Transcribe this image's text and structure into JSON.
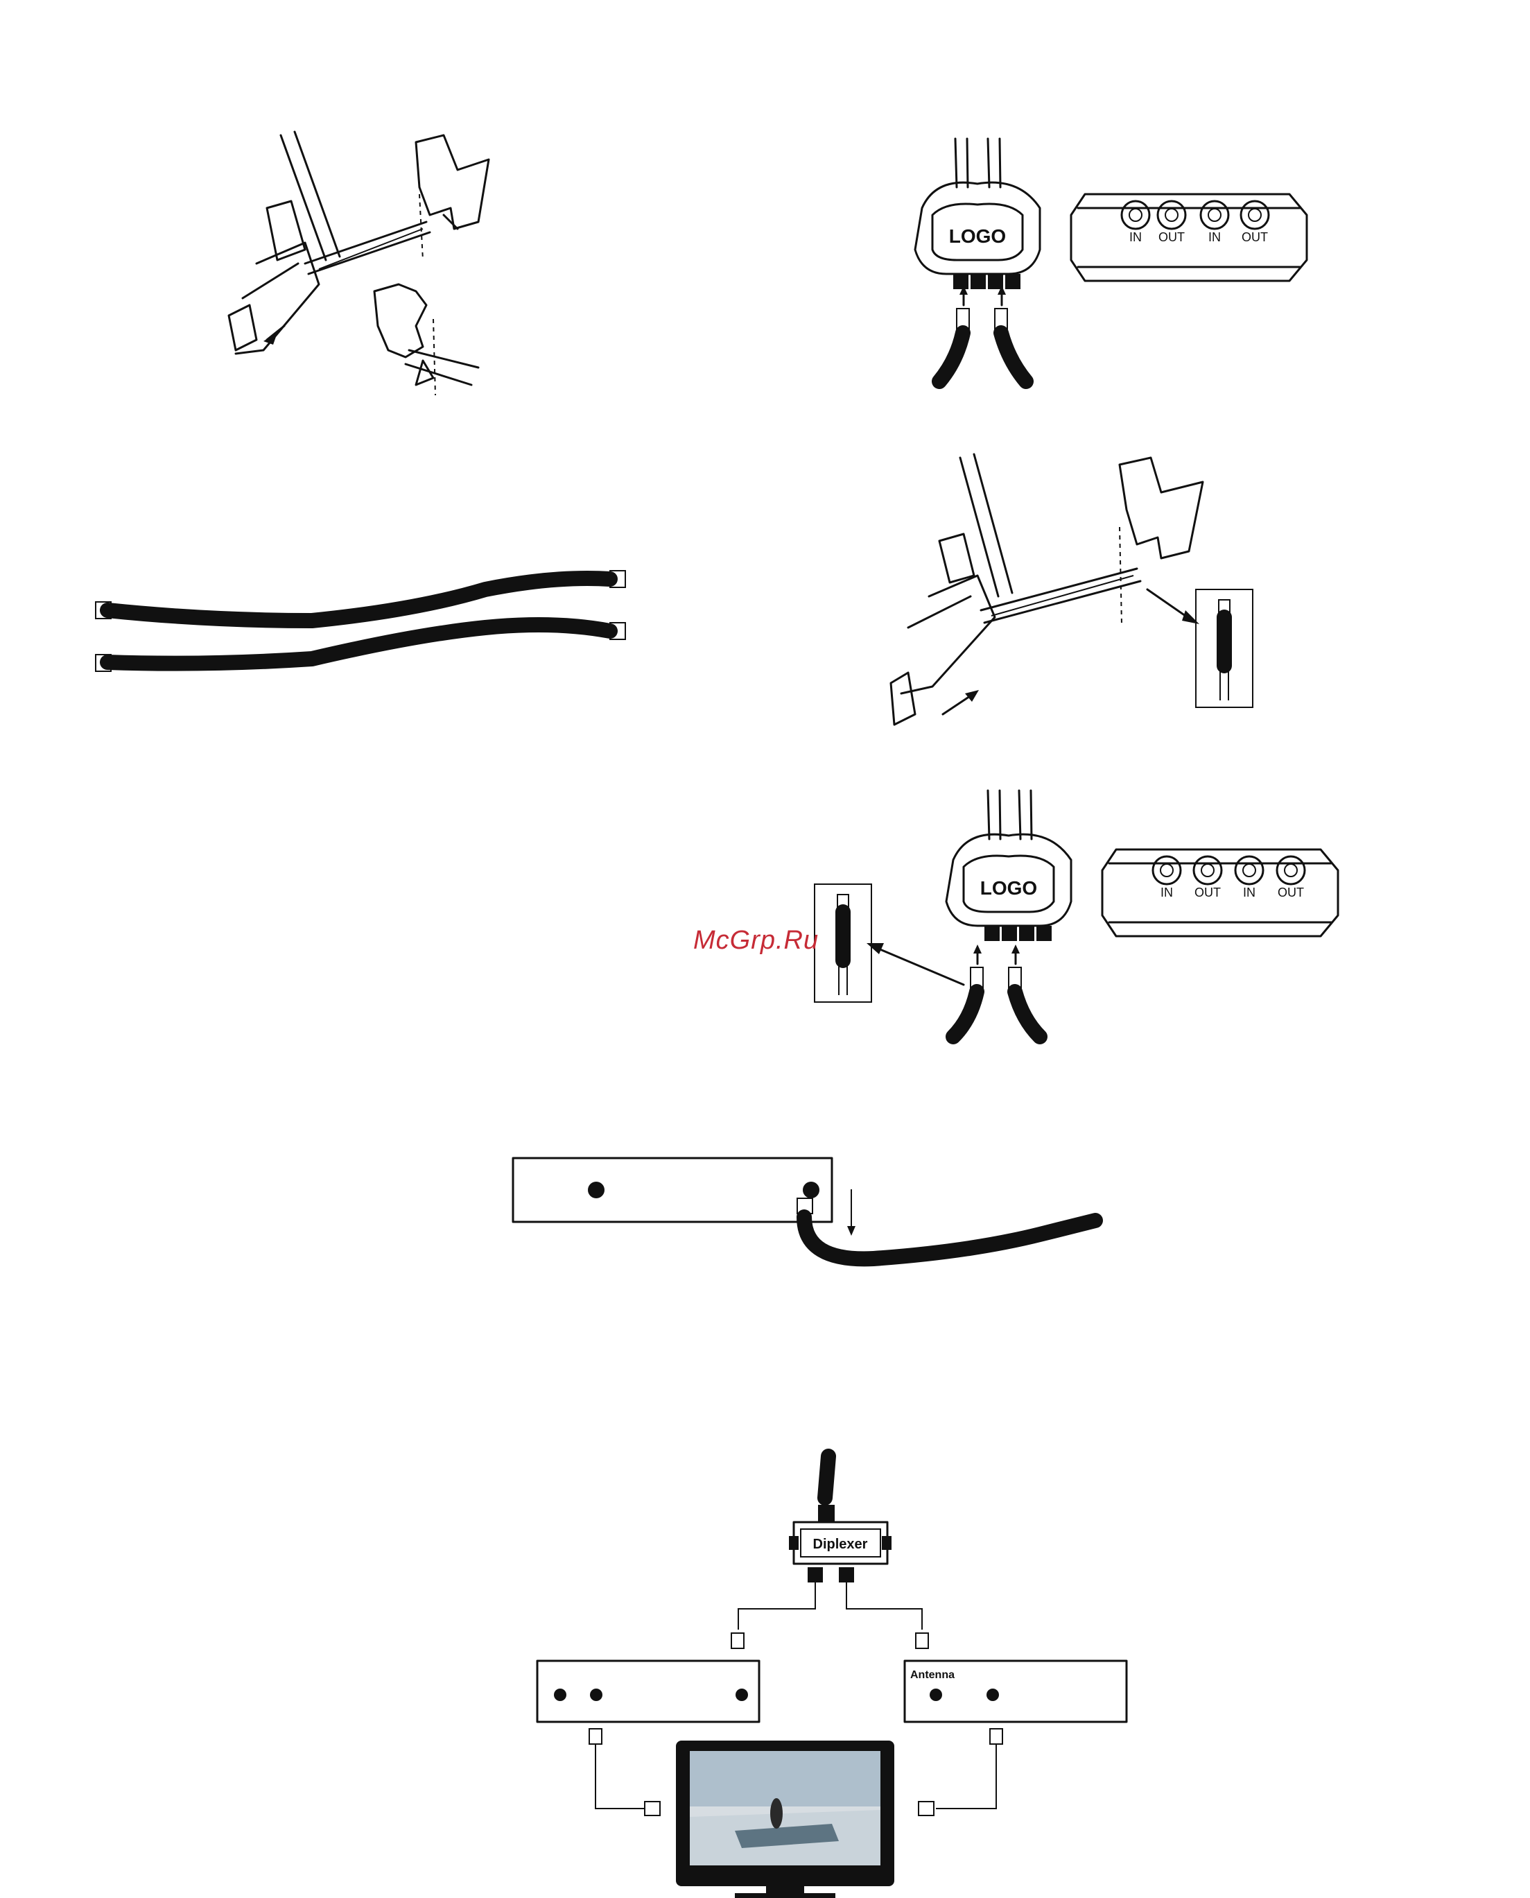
{
  "watermark": "McGrp.Ru",
  "lnb_housing": {
    "logo_text": "LOGO"
  },
  "switch_box": {
    "ports": [
      "IN",
      "OUT",
      "IN",
      "OUT"
    ]
  },
  "diplexer": {
    "label": "Diplexer"
  },
  "antenna_receiver": {
    "label": "Antenna"
  }
}
